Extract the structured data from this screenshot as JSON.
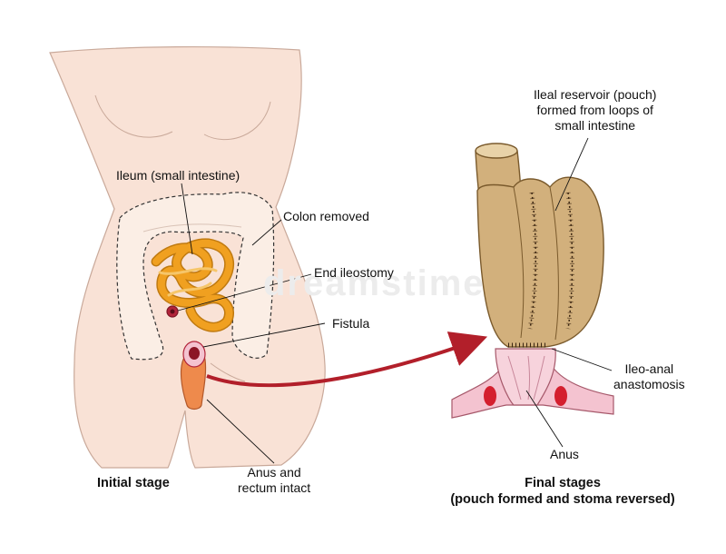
{
  "watermark": "dreamstime",
  "labels": {
    "ileum": "Ileum (small intestine)",
    "colon_removed": "Colon removed",
    "end_ileostomy": "End ileostomy",
    "fistula": "Fistula",
    "anus_rectum": "Anus and\nrectum intact",
    "reservoir": "Ileal reservoir (pouch)\nformed from loops of\nsmall intestine",
    "anastomosis": "Ileo-anal\nanastomosis",
    "anus": "Anus"
  },
  "captions": {
    "initial": "Initial stage",
    "final": "Final stages\n(pouch formed and stoma reversed)"
  },
  "colors": {
    "skin": "#f9e2d6",
    "skin_outline": "#c9a99a",
    "intestine": "#f0a020",
    "pouch": "#d2b07c",
    "rectum": "#ee8a4c",
    "anus_tissue": "#f4c3d0",
    "arrow": "#b21f2a"
  }
}
